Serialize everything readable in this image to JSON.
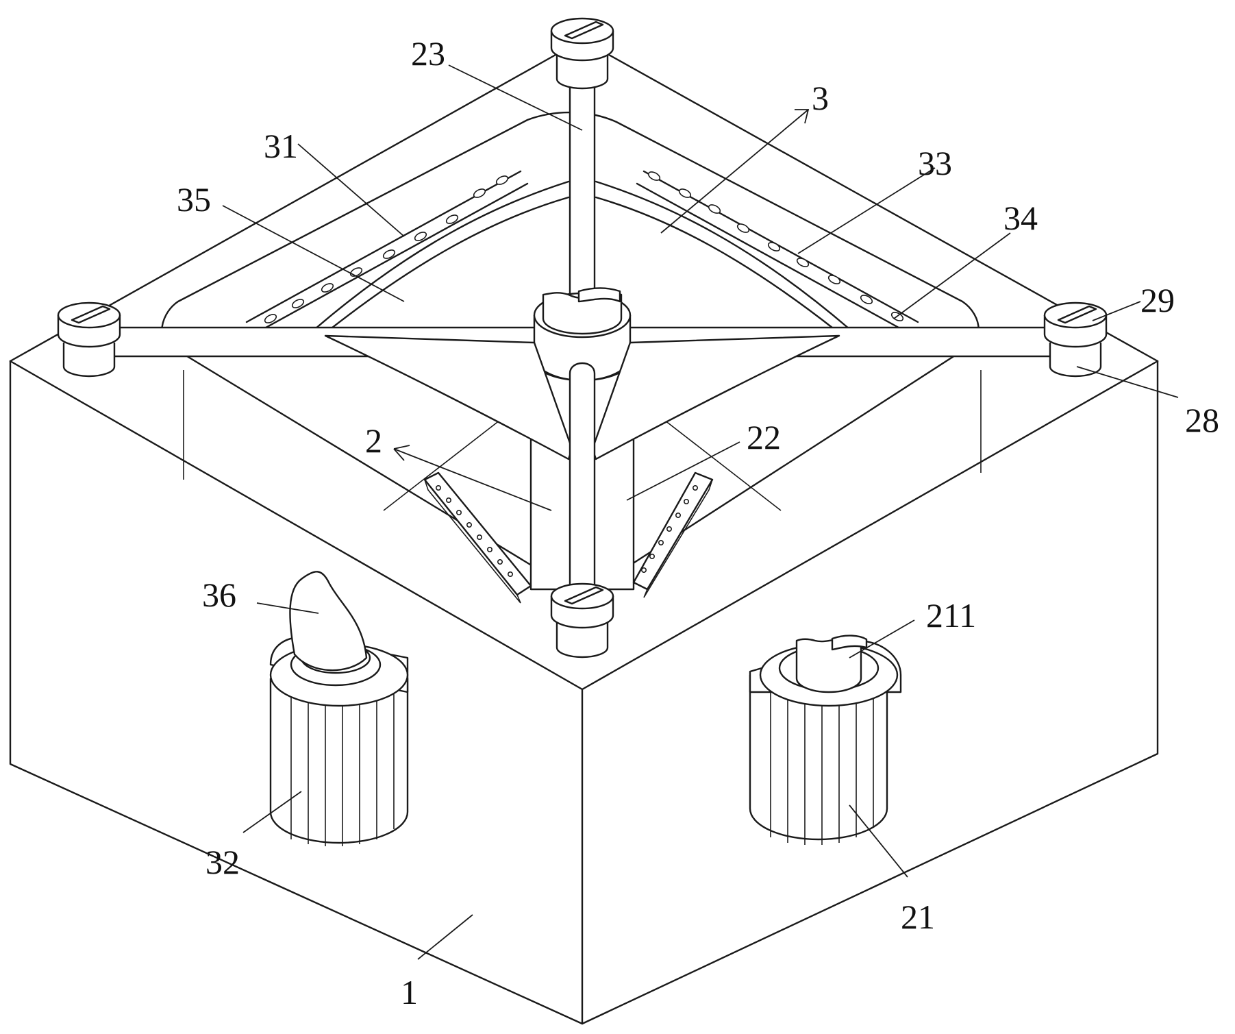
{
  "figure": {
    "labels": {
      "l1": "1",
      "l2": "2",
      "l3": "3",
      "l21": "21",
      "l22": "22",
      "l23": "23",
      "l28": "28",
      "l29": "29",
      "l31": "31",
      "l32": "32",
      "l33": "33",
      "l34": "34",
      "l35": "35",
      "l36": "36",
      "l211": "211"
    }
  }
}
